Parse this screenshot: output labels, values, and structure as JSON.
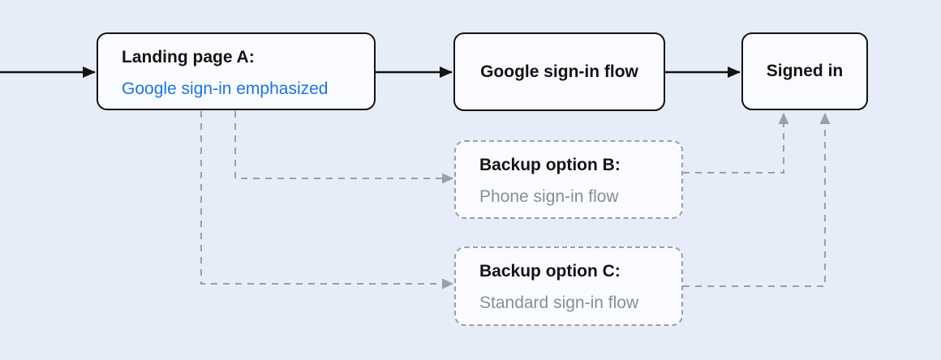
{
  "diagram": {
    "colors": {
      "background": "#e7ecf9",
      "node_fill": "#fafbff",
      "border": "#131313",
      "dashed": "#9aa0a6",
      "accent_blue": "#1a73e8",
      "muted_text": "#888e94"
    },
    "nodes": {
      "landing": {
        "title": "Landing page A:",
        "subtitle": "Google sign-in emphasized"
      },
      "google_flow": {
        "label": "Google sign-in flow"
      },
      "signed_in": {
        "label": "Signed in"
      },
      "backup_b": {
        "title": "Backup option B:",
        "subtitle": "Phone sign-in flow"
      },
      "backup_c": {
        "title": "Backup option C:",
        "subtitle": "Standard sign-in flow"
      }
    },
    "edges": [
      {
        "from": "start",
        "to": "landing",
        "style": "solid"
      },
      {
        "from": "landing",
        "to": "google_flow",
        "style": "solid"
      },
      {
        "from": "google_flow",
        "to": "signed_in",
        "style": "solid"
      },
      {
        "from": "landing",
        "to": "backup_b",
        "style": "dashed"
      },
      {
        "from": "landing",
        "to": "backup_c",
        "style": "dashed"
      },
      {
        "from": "backup_b",
        "to": "signed_in",
        "style": "dashed"
      },
      {
        "from": "backup_c",
        "to": "signed_in",
        "style": "dashed"
      }
    ]
  }
}
